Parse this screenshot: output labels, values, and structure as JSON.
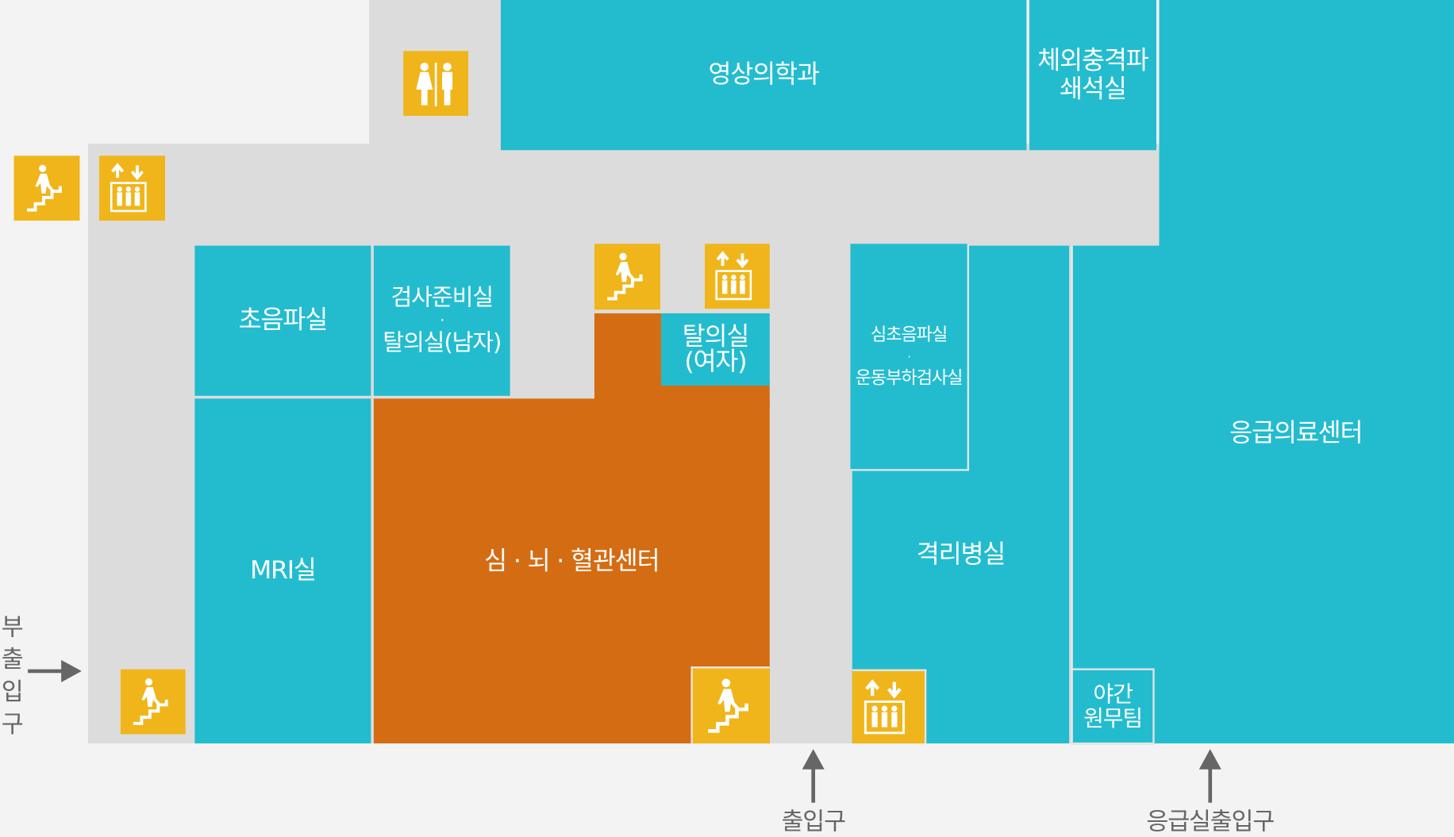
{
  "rooms": {
    "radiology": "영상의학과",
    "eswl_1": "체외충격파",
    "eswl_2": "쇄석실",
    "ultrasound": "초음파실",
    "prep_1": "검사준비실",
    "prep_dot": "·",
    "prep_2": "탈의실(남자)",
    "dressing_f_1": "탈의실",
    "dressing_f_2": "(여자)",
    "mri": "MRI실",
    "cardio_center": "심 · 뇌 · 혈관센터",
    "echo_1": "심초음파실",
    "echo_dot": "·",
    "echo_2": "운동부하검사실",
    "isolation": "격리병실",
    "emergency": "응급의료센터",
    "night_1": "야간",
    "night_2": "원무팀"
  },
  "entrances": {
    "side": [
      "부",
      "출",
      "입",
      "구"
    ],
    "main": "출입구",
    "emergency": "응급실출입구"
  },
  "colors": {
    "room": "#23bccf",
    "featured": "#d46c14",
    "corridor": "#dddcdc",
    "icon": "#f0b51a",
    "background": "#f3f3f3"
  }
}
